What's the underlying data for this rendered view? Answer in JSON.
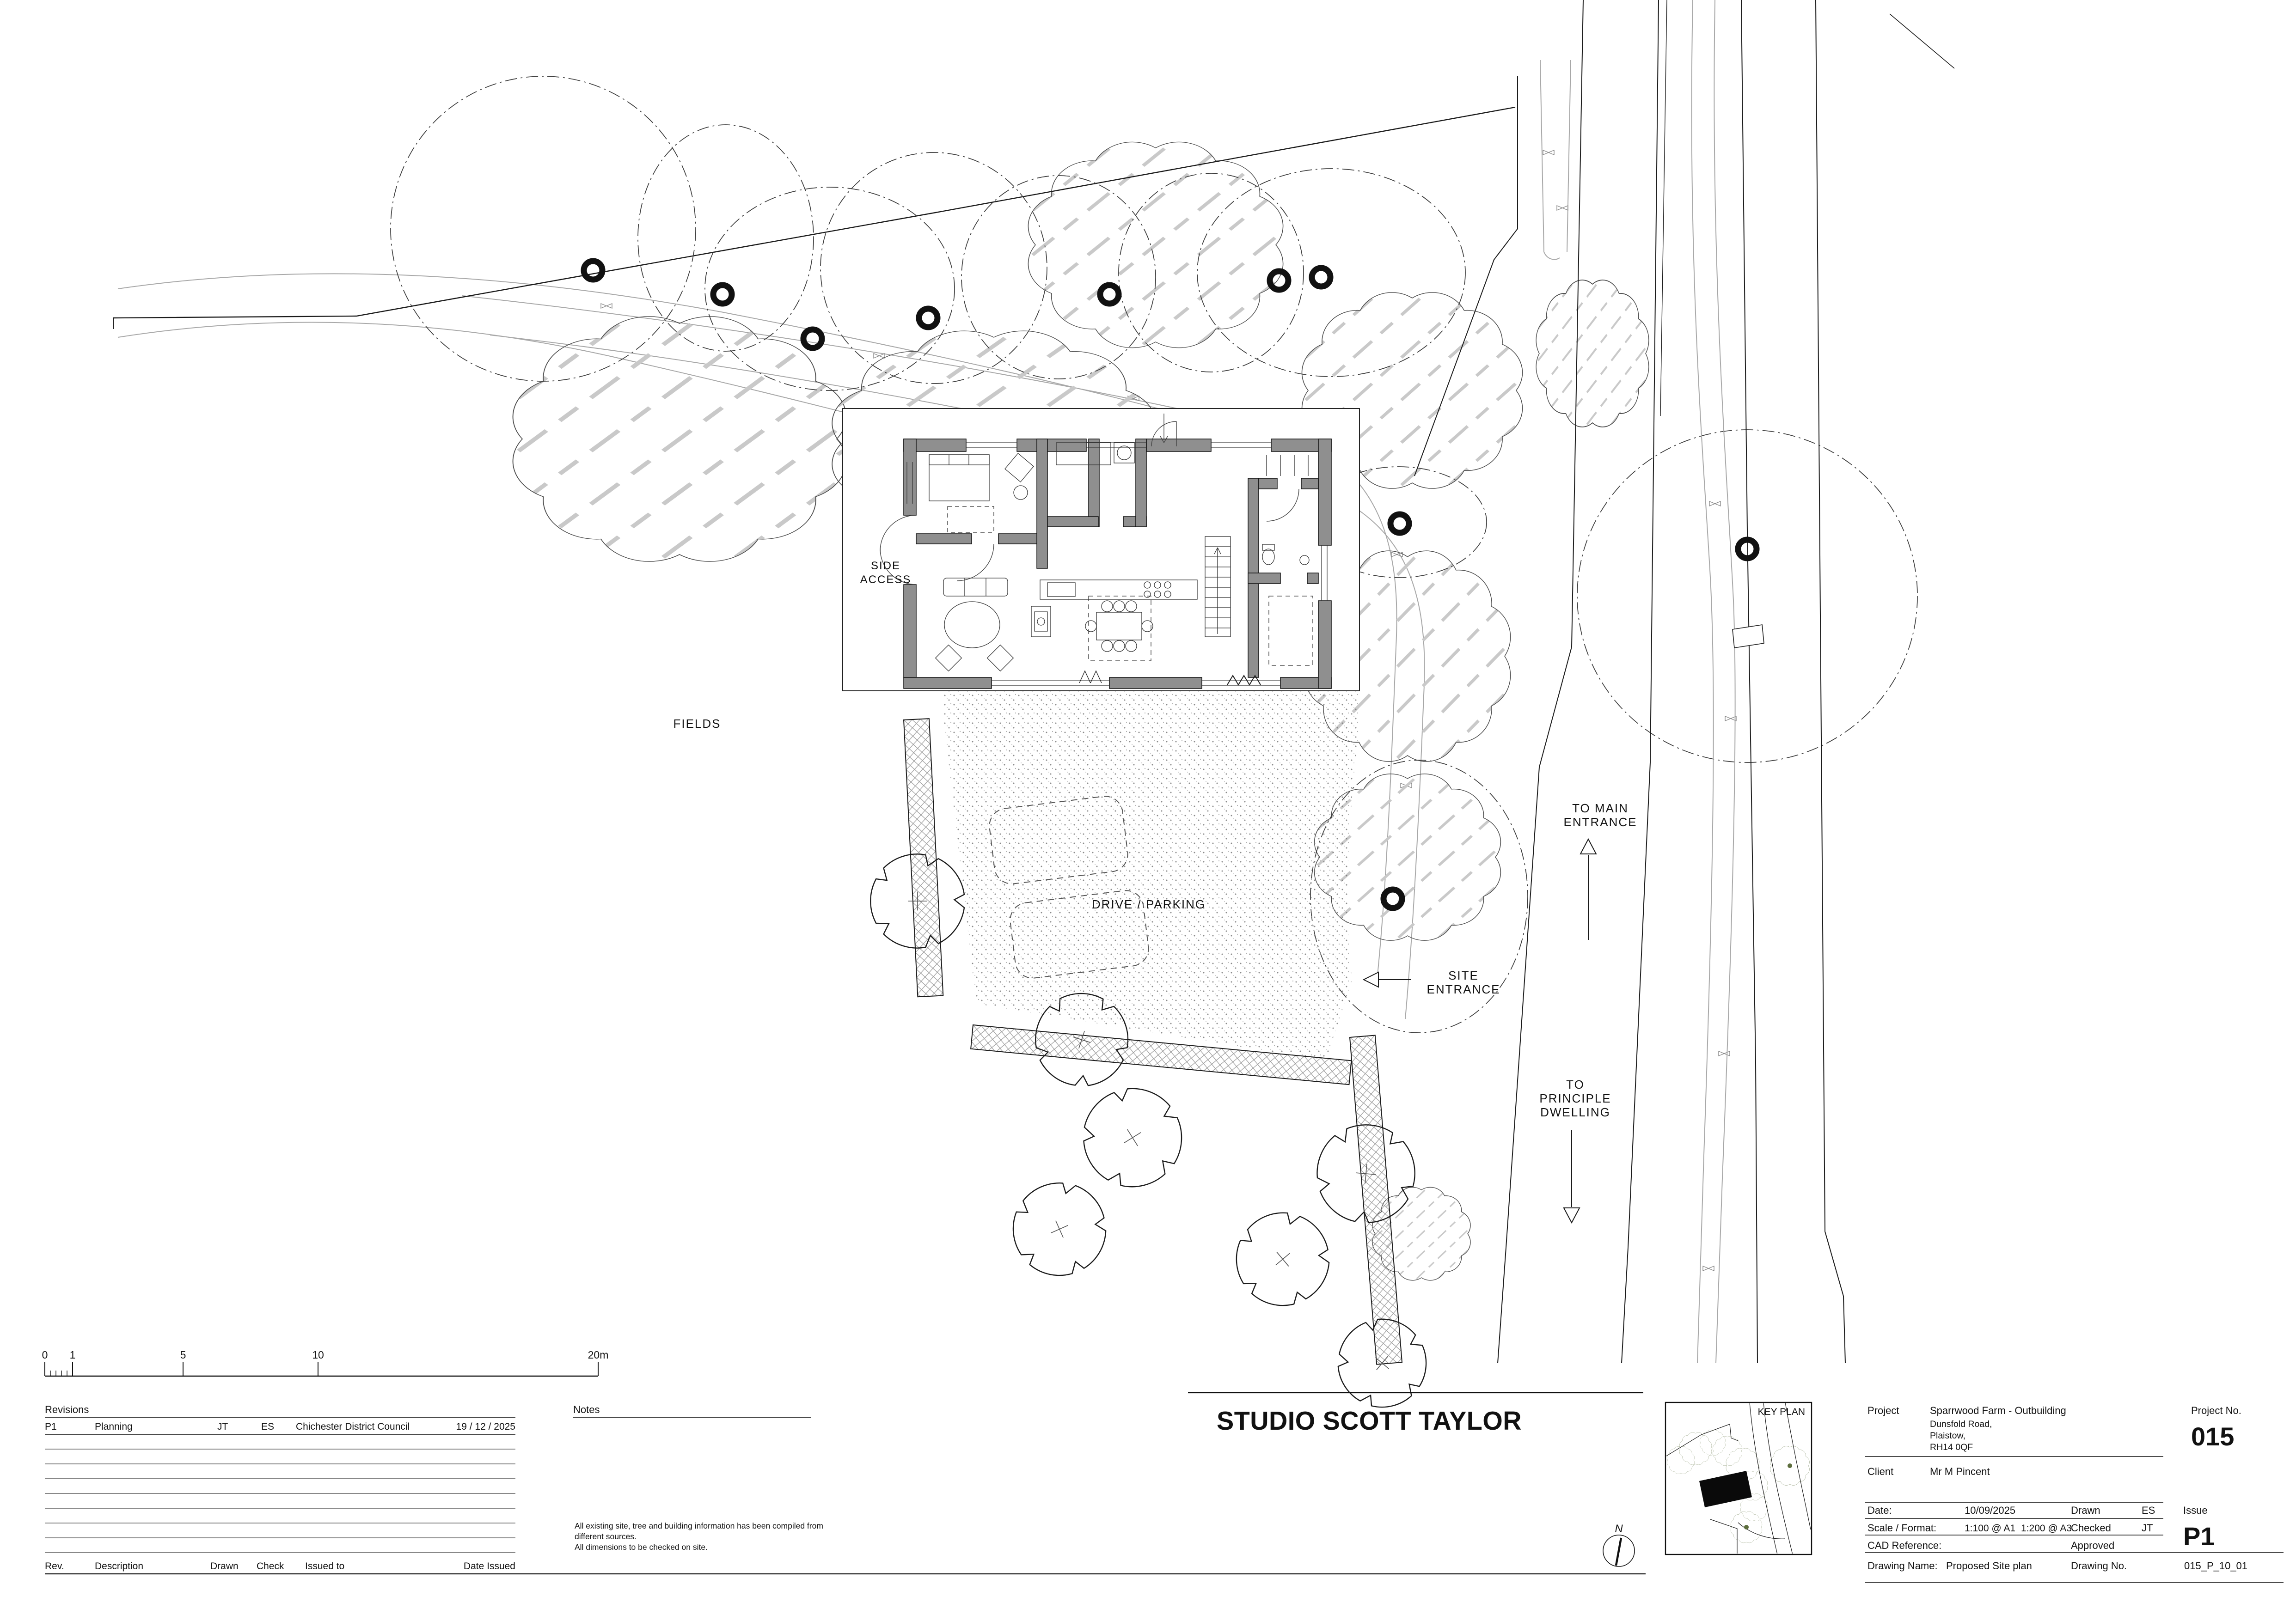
{
  "site_plan": {
    "labels": {
      "fields": "FIELDS",
      "side_access": [
        "SIDE",
        "ACCESS"
      ],
      "drive_parking": "DRIVE / PARKING",
      "site_entrance": [
        "SITE",
        "ENTRANCE"
      ],
      "to_main_entrance": [
        "TO MAIN",
        "ENTRANCE"
      ],
      "to_principle_dwelling": [
        "TO",
        "PRINCIPLE",
        "DWELLING"
      ]
    }
  },
  "scale_bar": {
    "ticks": [
      "0",
      "1",
      "5",
      "10",
      "20m"
    ]
  },
  "revisions": {
    "title": "Revisions",
    "rows": [
      {
        "rev": "P1",
        "description": "Planning",
        "drawn": "JT",
        "check": "ES",
        "issued_to": "Chichester District Council",
        "date_issued": "19 / 12 / 2025"
      }
    ],
    "columns": {
      "rev": "Rev.",
      "description": "Description",
      "drawn": "Drawn",
      "check": "Check",
      "issued_to": "Issued to",
      "date_issued": "Date Issued"
    }
  },
  "notes": {
    "title": "Notes",
    "lines": [
      "All existing site, tree and building information has been compiled from",
      "different sources.",
      "All dimensions to be checked on site."
    ]
  },
  "studio": {
    "name": "STUDIO SCOTT TAYLOR"
  },
  "north_arrow": {
    "label": "N"
  },
  "key_plan": {
    "title": "KEY PLAN"
  },
  "title_block": {
    "project_label": "Project",
    "project_name": "Sparrwood Farm - Outbuilding",
    "project_address": [
      "Dunsfold Road,",
      "Plaistow,",
      "RH14 0QF"
    ],
    "project_no_label": "Project No.",
    "project_no": "015",
    "client_label": "Client",
    "client": "Mr M Pincent",
    "date_label": "Date:",
    "date": "10/09/2025",
    "drawn_label": "Drawn",
    "drawn": "ES",
    "issue_label": "Issue",
    "issue": "P1",
    "scale_label": "Scale / Format:",
    "scale_a1": "1:100 @ A1",
    "scale_a3": "1:200 @ A3",
    "checked_label": "Checked",
    "checked": "JT",
    "cad_label": "CAD Reference:",
    "approved_label": "Approved",
    "drawing_name_label": "Drawing Name:",
    "drawing_name": "Proposed Site plan",
    "drawing_no_label": "Drawing No.",
    "drawing_no": "015_P_10_01"
  },
  "colors": {
    "line_black": "#1b1b1b",
    "wall_gray": "#8f8f8f",
    "faint_gray": "#a8a8a8",
    "hatch_gray": "#c9c9c9",
    "keyplan_green": "#5d6e3d"
  }
}
